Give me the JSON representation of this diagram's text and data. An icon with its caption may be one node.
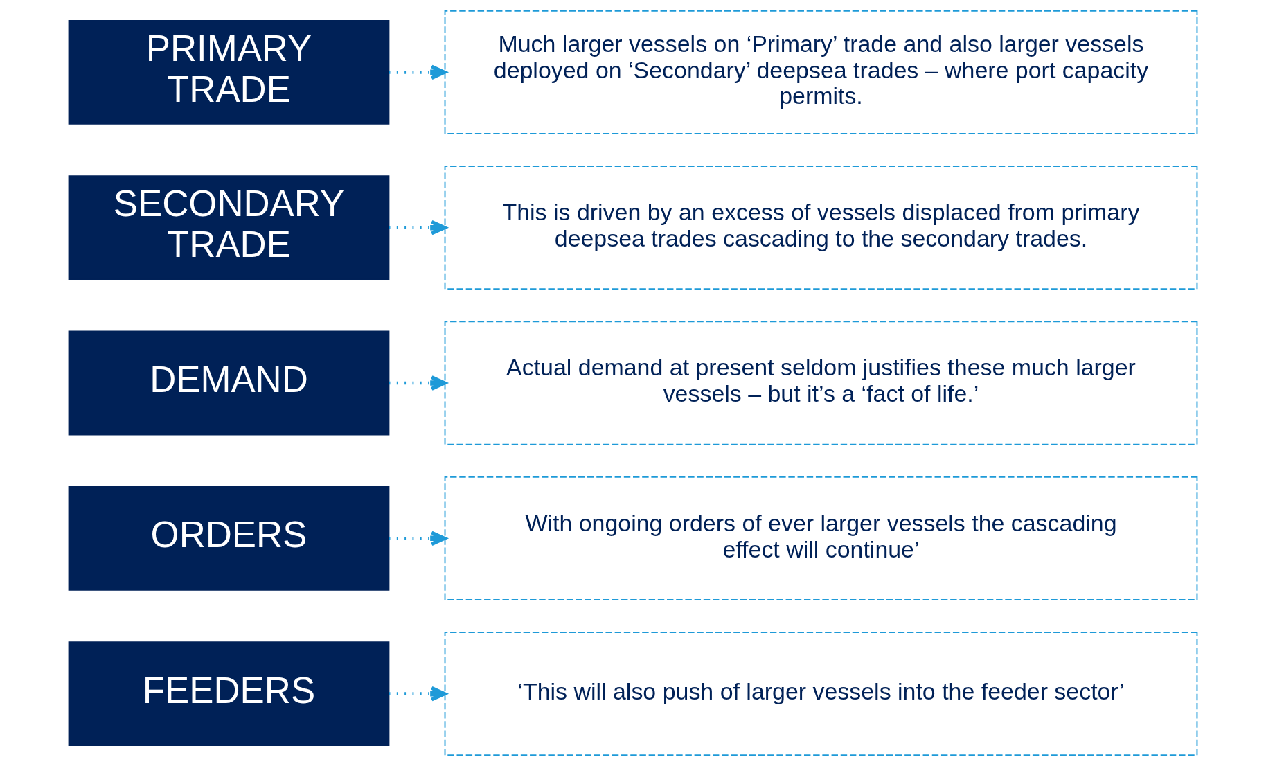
{
  "diagram": {
    "nodes": [
      {
        "text": [
          "PRIMARY TRADE"
        ]
      },
      {
        "text": [
          "Much larger vessels on ‘Primary’ trade and also larger vessels deployed on ‘Secondary’ deepsea trades – where port capacity permits."
        ]
      },
      {
        "text": [
          "SECONDARY TRADE"
        ]
      },
      {
        "text": [
          "This is driven by an excess of vessels displaced from primary deepsea trades cascading to the secondary trades."
        ]
      },
      {
        "text": [
          "DEMAND"
        ]
      },
      {
        "text": [
          "Actual demand at present seldom justifies these much larger vessels – but it’s a ‘fact of life.’"
        ]
      },
      {
        "text": [
          "ORDERS"
        ]
      },
      {
        "text": [
          "With ongoing orders of ever larger vessels the cascading effect will continue’"
        ]
      },
      {
        "text": [
          "FEEDERS"
        ]
      },
      {
        "text": [
          "‘This will also push of larger vessels into the feeder sector’"
        ]
      }
    ],
    "edges": [
      {
        "from": 0,
        "to": 1,
        "arrow": "to",
        "style": "dashed"
      },
      {
        "from": 2,
        "to": 3,
        "arrow": "to",
        "style": "dashed"
      },
      {
        "from": 4,
        "to": 5,
        "arrow": "to",
        "style": "dashed"
      },
      {
        "from": 6,
        "to": 7,
        "arrow": "to",
        "style": "dashed"
      },
      {
        "from": 8,
        "to": 9,
        "arrow": "to",
        "style": "dashed"
      }
    ]
  }
}
